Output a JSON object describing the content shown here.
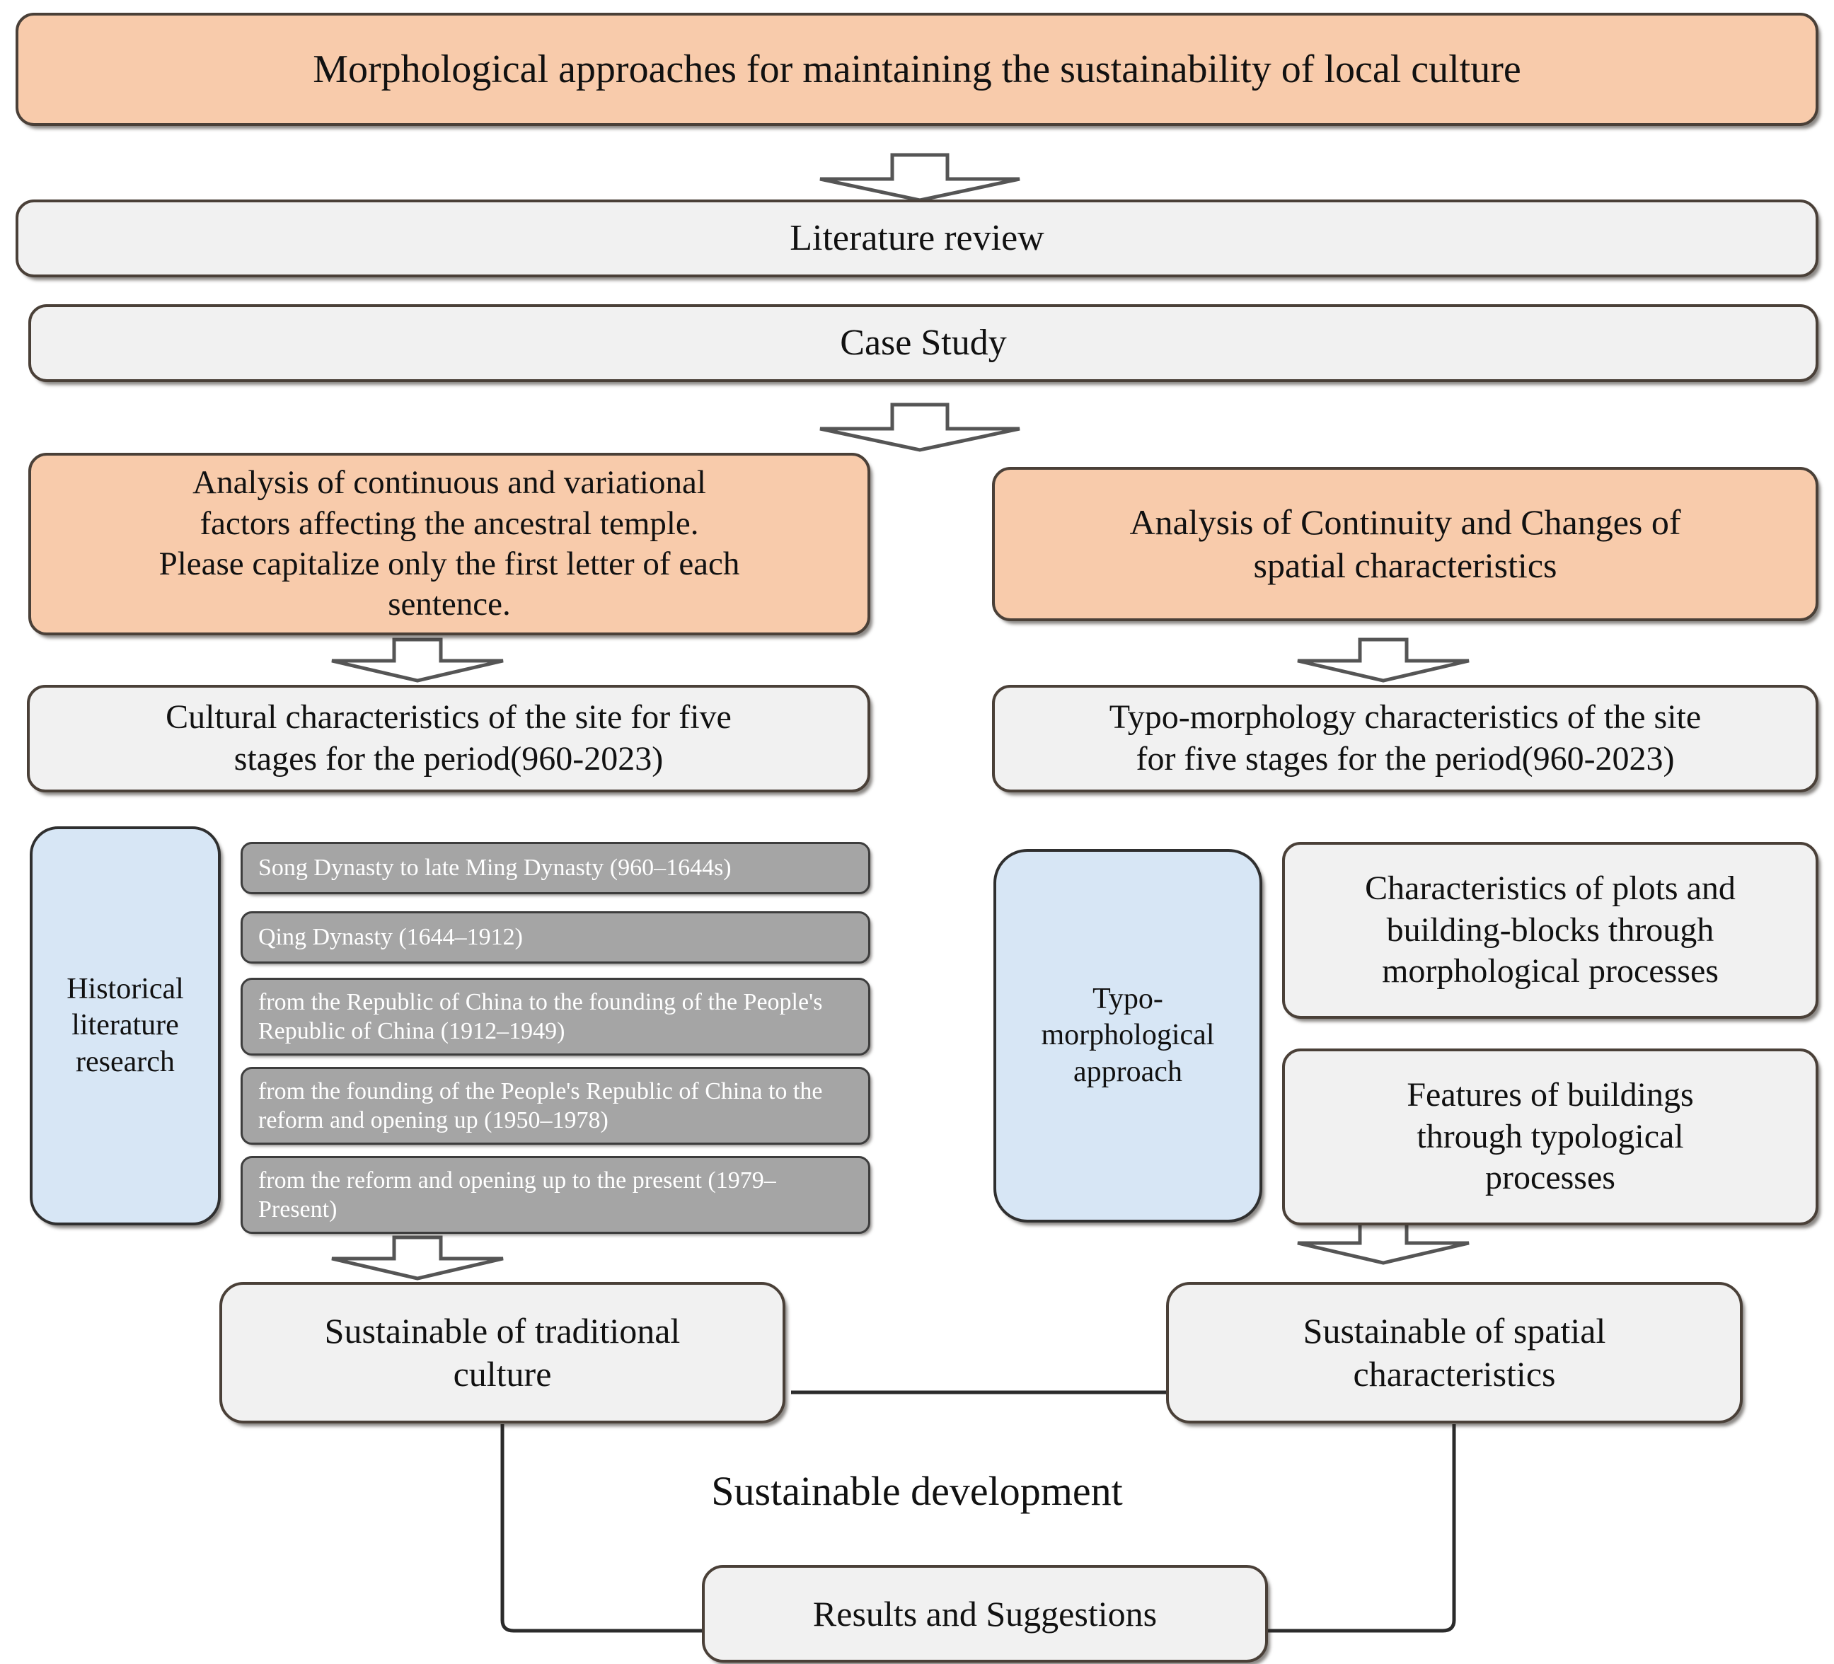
{
  "diagram": {
    "title_box": "Morphological approaches for maintaining the sustainability of local culture",
    "literature_review": "Literature review",
    "case_study": "Case Study",
    "left_branch": {
      "analysis": "Analysis of continuous and variational\nfactors affecting the ancestral temple.\nPlease capitalize only the first letter of each\nsentence.",
      "characteristics": "Cultural characteristics of the site for five\nstages for the period(960-2023)",
      "method": "Historical\nliterature\nresearch",
      "stages": [
        "Song Dynasty to late Ming Dynasty (960–1644s)",
        "Qing Dynasty (1644–1912)",
        "from the Republic of China to the founding of the People's Republic of China (1912–1949)",
        " from the founding of the People's Republic of China to the reform and opening up (1950–1978)",
        "from the reform and opening up to the present (1979–Present)"
      ],
      "outcome": "Sustainable of traditional\nculture"
    },
    "right_branch": {
      "analysis": "Analysis of Continuity and Changes of\nspatial characteristics",
      "characteristics": "Typo-morphology characteristics of the site\nfor five stages for the period(960-2023)",
      "method": "Typo-\nmorphological\napproach",
      "results": [
        "Characteristics of plots and\nbuilding-blocks through\nmorphological processes",
        "Features of buildings\nthrough typological\nprocesses"
      ],
      "outcome": "Sustainable of spatial\ncharacteristics"
    },
    "sustainable_development_label": "Sustainable development",
    "results_and_suggestions": "Results and Suggestions",
    "colors": {
      "peach": "#f8cbab",
      "light_gray": "#f1f1f1",
      "stage_gray": "#a5a5a5",
      "blue": "#d7e6f5",
      "border": "#4a4038",
      "text": "#111111"
    }
  }
}
